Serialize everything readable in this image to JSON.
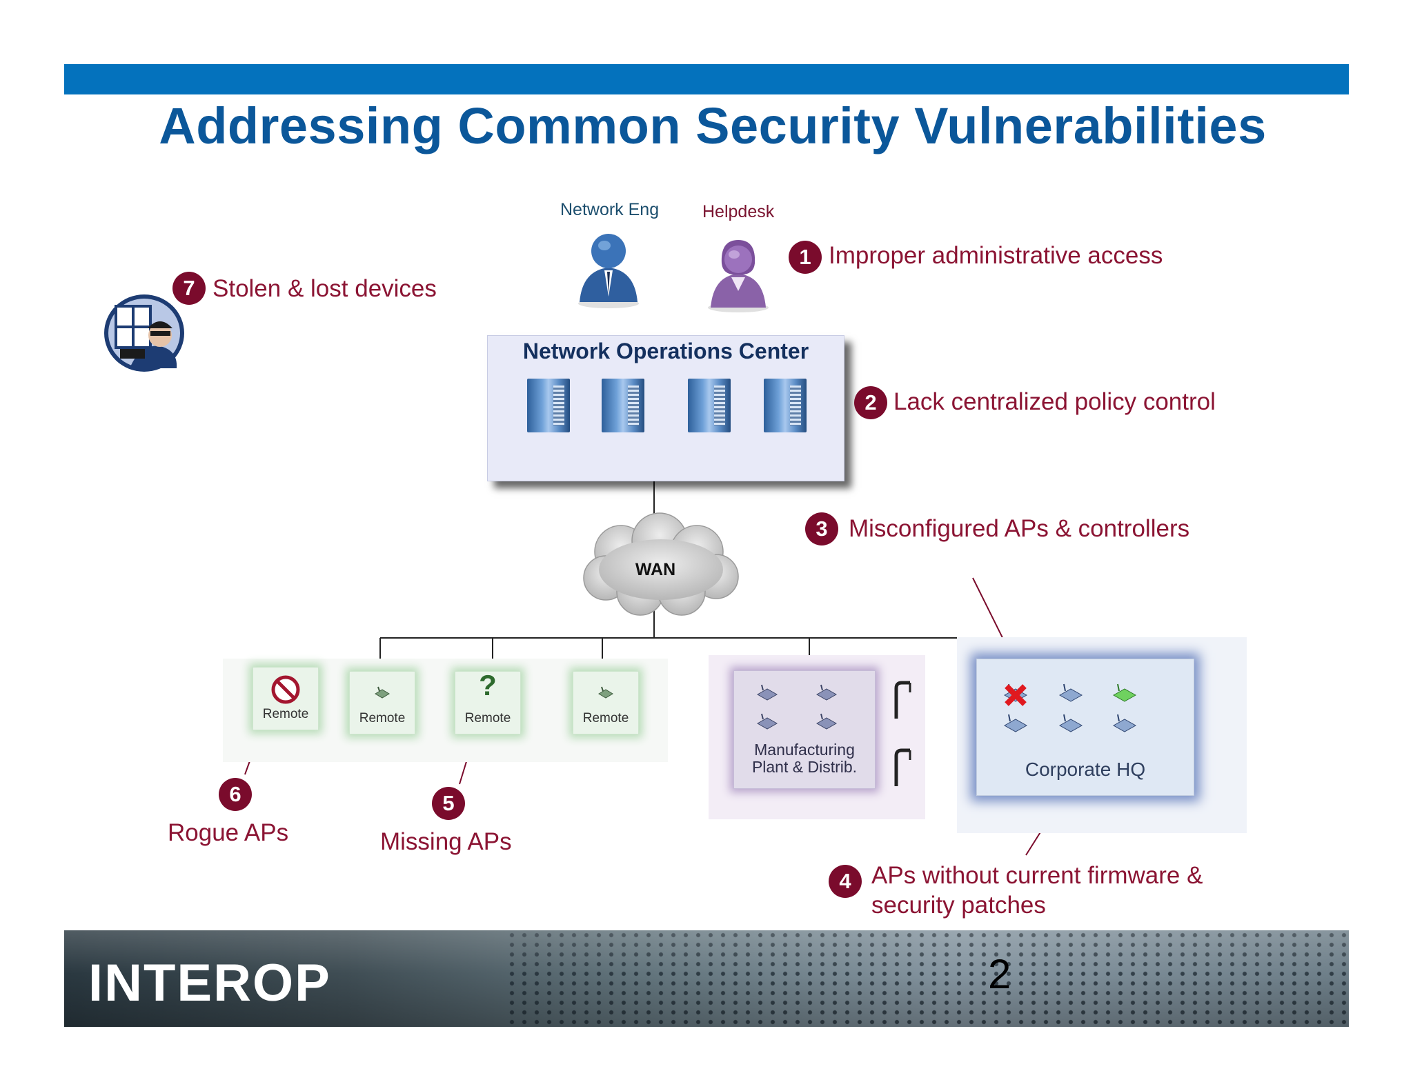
{
  "slide": {
    "title": "Addressing Common Security Vulnerabilities",
    "page_number": "2",
    "brand": "INTEROP"
  },
  "people": {
    "network_eng": "Network Eng",
    "helpdesk": "Helpdesk"
  },
  "noc": {
    "title": "Network Operations Center"
  },
  "wan": {
    "label": "WAN"
  },
  "sites": {
    "remote_label": "Remote",
    "manufacturing_line1": "Manufacturing",
    "manufacturing_line2": "Plant & Distrib.",
    "corporate_hq": "Corporate HQ"
  },
  "callouts": [
    {
      "number": "1",
      "text": "Improper administrative access"
    },
    {
      "number": "2",
      "text": "Lack centralized policy control"
    },
    {
      "number": "3",
      "text": "Misconfigured APs & controllers"
    },
    {
      "number": "4",
      "text_line1": "APs without current firmware &",
      "text_line2": "security patches"
    },
    {
      "number": "5",
      "text": "Missing APs"
    },
    {
      "number": "6",
      "text": "Rogue APs"
    },
    {
      "number": "7",
      "text": "Stolen & lost devices"
    }
  ],
  "colors": {
    "title": "#0b579a",
    "top_bar": "#0472bd",
    "callout_text": "#8b1433",
    "badge": "#7a0b2c"
  }
}
